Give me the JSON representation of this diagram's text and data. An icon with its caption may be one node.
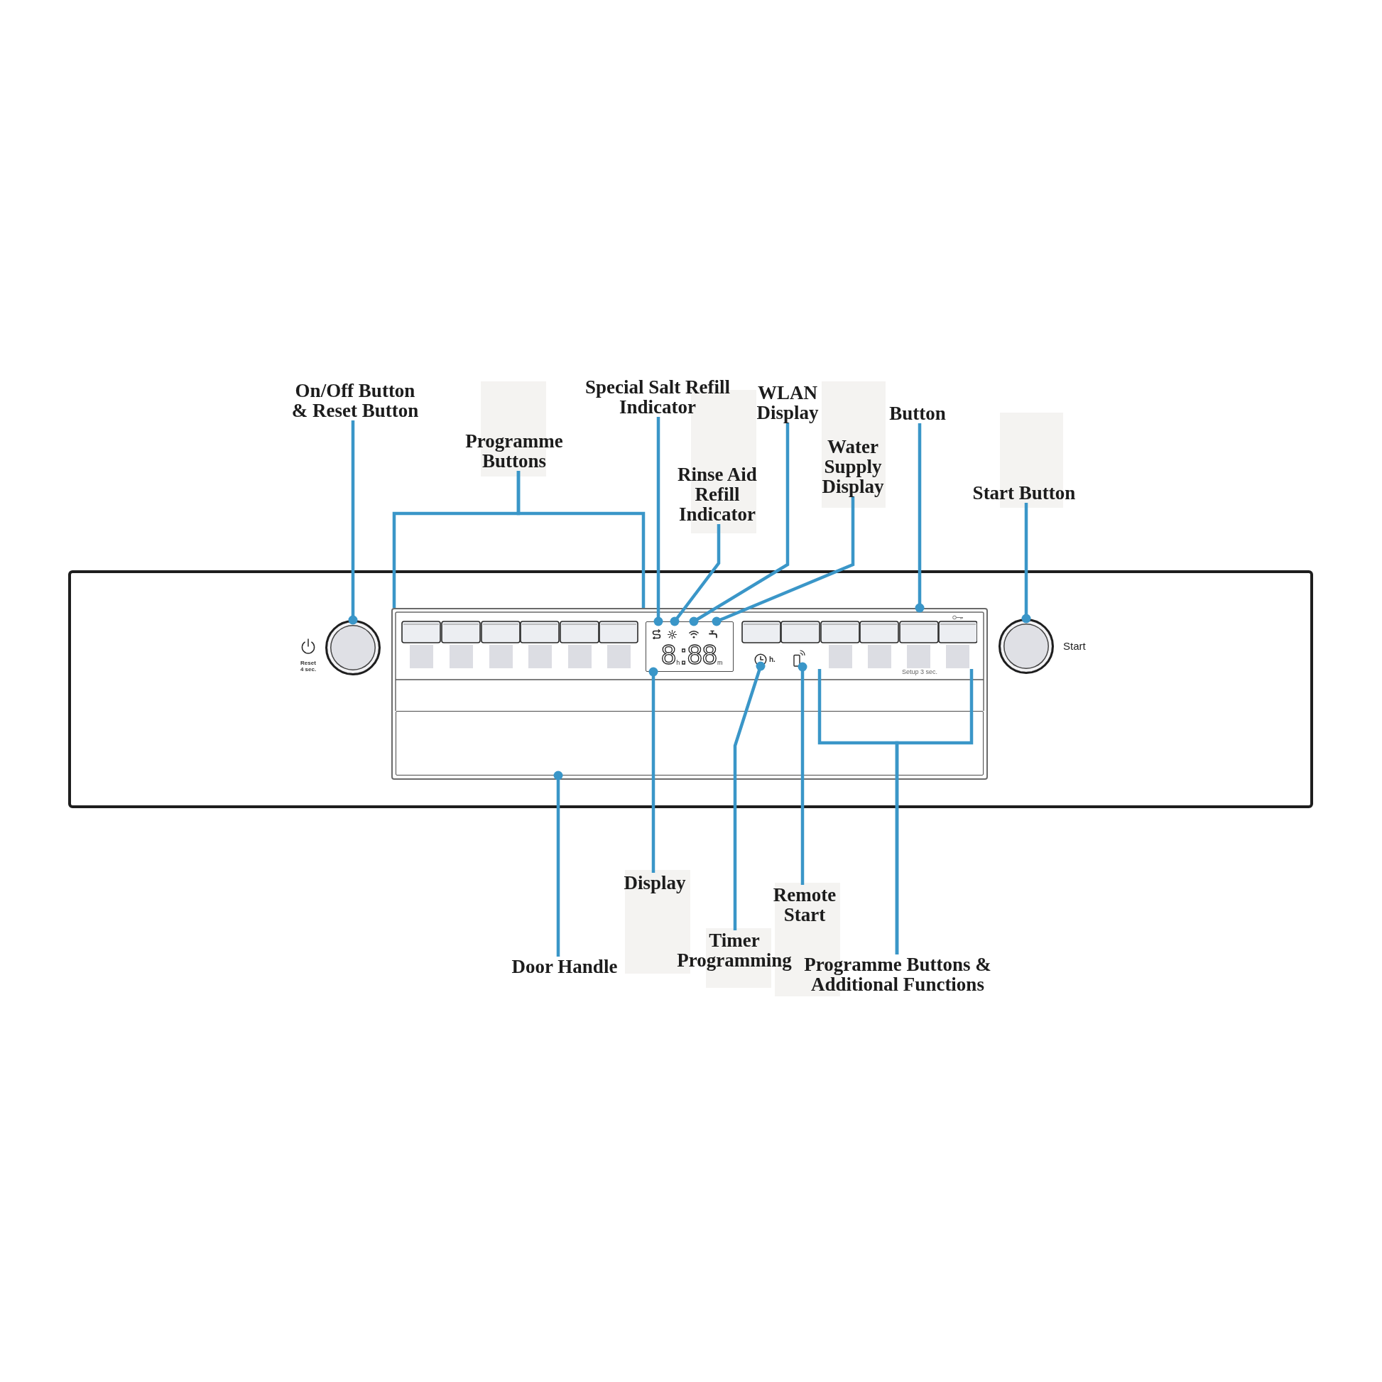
{
  "diagram": {
    "nodes": [
      {
        "text": [
          "On/Off Button & Reset Button"
        ]
      },
      {
        "text": [
          "Programme Buttons"
        ]
      },
      {
        "text": [
          "Special Salt Refill Indicator"
        ]
      },
      {
        "text": [
          "Rinse Aid Refill Indicator"
        ]
      },
      {
        "text": [
          "WLAN Display"
        ]
      },
      {
        "text": [
          "Water Supply Display"
        ]
      },
      {
        "text": [
          "Button"
        ]
      },
      {
        "text": [
          "Start Button"
        ]
      },
      {
        "text": [],
        "shape": "circle",
        "beside": [
          "Reset 4 sec."
        ]
      },
      {
        "text": [],
        "shape": "box"
      },
      {
        "text": [],
        "shape": "picture",
        "in": 9
      },
      {
        "text": [],
        "shape": "box",
        "in": 9
      },
      {
        "text": [],
        "shape": "picture",
        "in": 9
      },
      {
        "text": [],
        "shape": "picture",
        "in": 9,
        "beside": [
          "h."
        ]
      },
      {
        "text": [],
        "shape": "picture",
        "in": 9
      },
      {
        "text": [],
        "shape": "picture",
        "in": 9,
        "beside": [
          "Setup 3 sec."
        ]
      },
      {
        "text": [],
        "shape": "box",
        "in": 9
      },
      {
        "text": [],
        "shape": "circle",
        "beside": [
          "Start"
        ]
      },
      {
        "text": [
          "Door Handle"
        ]
      },
      {
        "text": [
          "Display"
        ]
      },
      {
        "text": [
          "Timer Programming"
        ]
      },
      {
        "text": [
          "Remote Start"
        ]
      },
      {
        "text": [
          "Programme Buttons & Additional Functions"
        ]
      }
    ],
    "edges": [
      {
        "from": 0,
        "to": 8,
        "arrow": "other"
      },
      {
        "from": 1,
        "to": 9,
        "arrow": "none"
      },
      {
        "from": 1,
        "to": 9,
        "arrow": "none"
      },
      {
        "from": 2,
        "to": 11,
        "arrow": "other"
      },
      {
        "from": 3,
        "to": 11,
        "arrow": "other"
      },
      {
        "from": 4,
        "to": 11,
        "arrow": "other"
      },
      {
        "from": 5,
        "to": 11,
        "arrow": "other"
      },
      {
        "from": 6,
        "to": 9,
        "arrow": "other"
      },
      {
        "from": 7,
        "to": 17,
        "arrow": "other"
      },
      {
        "from": 18,
        "to": 16,
        "arrow": "other"
      },
      {
        "from": 19,
        "to": 11,
        "arrow": "other"
      },
      {
        "from": 20,
        "to": 13,
        "arrow": "other"
      },
      {
        "from": 21,
        "to": 14,
        "arrow": "other"
      },
      {
        "from": 22,
        "to": 15,
        "arrow": "none"
      },
      {
        "from": 22,
        "to": 15,
        "arrow": "none"
      }
    ],
    "labels": [
      "8$_{h}$:88$_{m}$"
    ]
  }
}
